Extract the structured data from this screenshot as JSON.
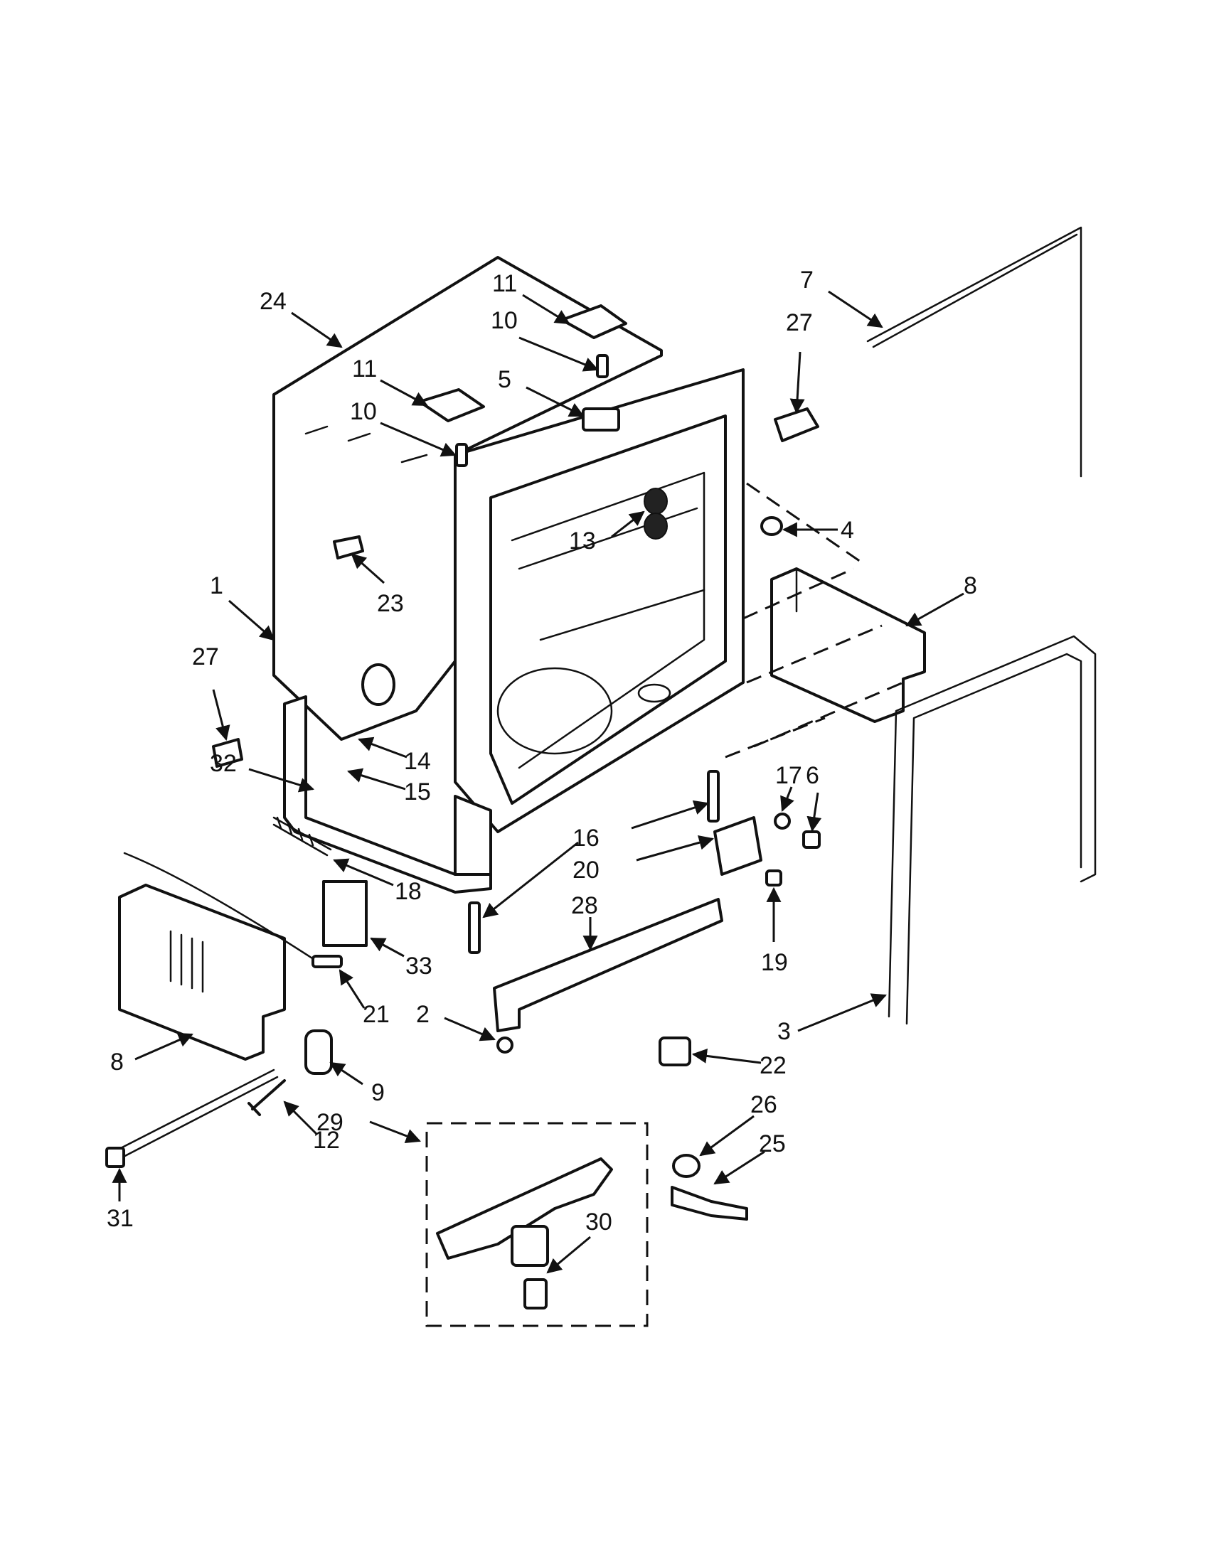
{
  "callouts": [
    {
      "id": "c24",
      "label": "24"
    },
    {
      "id": "c11a",
      "label": "11"
    },
    {
      "id": "c10a",
      "label": "10"
    },
    {
      "id": "c11b",
      "label": "11"
    },
    {
      "id": "c10b",
      "label": "10"
    },
    {
      "id": "c5",
      "label": "5"
    },
    {
      "id": "c7",
      "label": "7"
    },
    {
      "id": "c27a",
      "label": "27"
    },
    {
      "id": "c4",
      "label": "4"
    },
    {
      "id": "c13",
      "label": "13"
    },
    {
      "id": "c23",
      "label": "23"
    },
    {
      "id": "c8a",
      "label": "8"
    },
    {
      "id": "c1",
      "label": "1"
    },
    {
      "id": "c27b",
      "label": "27"
    },
    {
      "id": "c14",
      "label": "14"
    },
    {
      "id": "c15",
      "label": "15"
    },
    {
      "id": "c32",
      "label": "32"
    },
    {
      "id": "c17",
      "label": "17"
    },
    {
      "id": "c6",
      "label": "6"
    },
    {
      "id": "c16",
      "label": "16"
    },
    {
      "id": "c20",
      "label": "20"
    },
    {
      "id": "c18",
      "label": "18"
    },
    {
      "id": "c28",
      "label": "28"
    },
    {
      "id": "c19",
      "label": "19"
    },
    {
      "id": "c33",
      "label": "33"
    },
    {
      "id": "c21",
      "label": "21"
    },
    {
      "id": "c2",
      "label": "2"
    },
    {
      "id": "c3",
      "label": "3"
    },
    {
      "id": "c8b",
      "label": "8"
    },
    {
      "id": "c22",
      "label": "22"
    },
    {
      "id": "c9",
      "label": "9"
    },
    {
      "id": "c26",
      "label": "26"
    },
    {
      "id": "c29",
      "label": "29"
    },
    {
      "id": "c25",
      "label": "25"
    },
    {
      "id": "c12",
      "label": "12"
    },
    {
      "id": "c30",
      "label": "30"
    },
    {
      "id": "c31",
      "label": "31"
    }
  ],
  "colors": {
    "ink": "#111111",
    "paper": "#ffffff"
  }
}
